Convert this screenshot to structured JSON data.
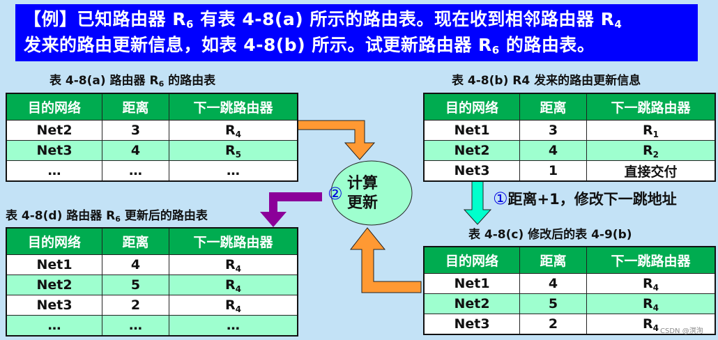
{
  "banner": {
    "line1_a": "【例】已知路由器 R",
    "line1_sub": "6",
    "line1_b": " 有表 4-8(a) 所示的路由表。现在收到相邻路由器 R",
    "line1_sub2": "4",
    "line2_a": "发来的路由更新信息，如表 4-8(b) 所示。试更新路由器 R",
    "line2_sub": "6",
    "line2_b": " 的路由表。"
  },
  "headers": [
    "目的网络",
    "距离",
    "下一跳路由器"
  ],
  "table_a": {
    "caption_a": "表 4-8(a)  路由器 R",
    "caption_sub": "6",
    "caption_b": " 的路由表",
    "rows": [
      {
        "net": "Net2",
        "dist": "3",
        "hop": "R",
        "hop_sub": "4"
      },
      {
        "net": "Net3",
        "dist": "4",
        "hop": "R",
        "hop_sub": "5"
      },
      {
        "net": "…",
        "dist": "…",
        "hop": "…",
        "hop_sub": ""
      }
    ]
  },
  "table_b": {
    "caption": "表 4-8(b)  R4 发来的路由更新信息",
    "rows": [
      {
        "net": "Net1",
        "dist": "3",
        "hop": "R",
        "hop_sub": "1"
      },
      {
        "net": "Net2",
        "dist": "4",
        "hop": "R",
        "hop_sub": "2"
      },
      {
        "net": "Net3",
        "dist": "1",
        "hop": "直接交付",
        "hop_sub": ""
      }
    ]
  },
  "table_c": {
    "caption": "表 4-8(c)  修改后的表 4-9(b)",
    "rows": [
      {
        "net": "Net1",
        "dist": "4",
        "hop": "R",
        "hop_sub": "4"
      },
      {
        "net": "Net2",
        "dist": "5",
        "hop": "R",
        "hop_sub": "4"
      },
      {
        "net": "Net3",
        "dist": "2",
        "hop": "R",
        "hop_sub": "4"
      }
    ]
  },
  "table_d": {
    "caption_a": "表 4-8(d)  路由器 R",
    "caption_sub": "6",
    "caption_b": " 更新后的路由表",
    "rows": [
      {
        "net": "Net1",
        "dist": "4",
        "hop": "R",
        "hop_sub": "4"
      },
      {
        "net": "Net2",
        "dist": "5",
        "hop": "R",
        "hop_sub": "4"
      },
      {
        "net": "Net3",
        "dist": "2",
        "hop": "R",
        "hop_sub": "4"
      },
      {
        "net": "…",
        "dist": "…",
        "hop": "…",
        "hop_sub": ""
      }
    ]
  },
  "step1": {
    "number": "①",
    "text": "距离+1，修改下一跳地址"
  },
  "step2": {
    "number": "②",
    "line1": "计算",
    "line2": "更新"
  },
  "watermark": "CSDN @溟洵",
  "colors": {
    "background": "#c3e2f6",
    "banner": "#0000ff",
    "header": "#00ac50",
    "alt_row": "#9effcf",
    "orange_arrow": "#ff9933",
    "purple_arrow": "#8b0099",
    "cyan_arrow": "#00ffcc",
    "ellipse": "#9effcf"
  }
}
